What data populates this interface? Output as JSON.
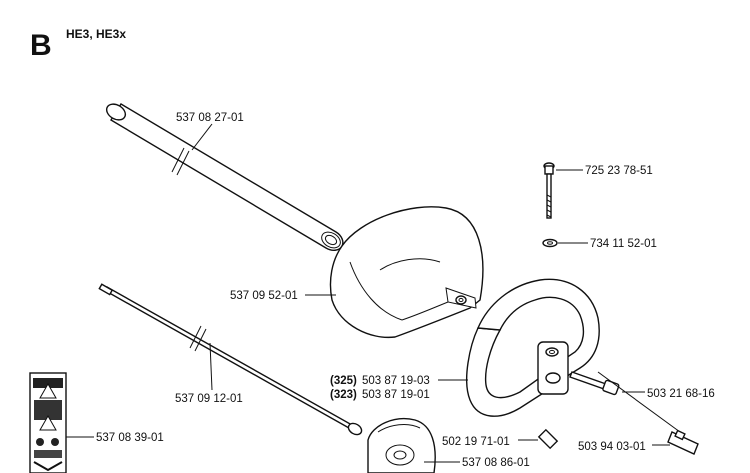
{
  "header": {
    "section": "B",
    "models": "HE3, HE3x"
  },
  "parts": [
    {
      "id": "tube",
      "number": "537 08 27-01"
    },
    {
      "id": "bolt",
      "number": "725 23 78-51"
    },
    {
      "id": "washer",
      "number": "734 11 52-01"
    },
    {
      "id": "guard",
      "number": "537 09 52-01"
    },
    {
      "id": "shaft",
      "number": "537 09 12-01"
    },
    {
      "id": "handle-325",
      "prefix": "(325)",
      "number": "503 87 19-03"
    },
    {
      "id": "handle-323",
      "prefix": "(323)",
      "number": "503 87 19-01"
    },
    {
      "id": "screw",
      "number": "503 21 68-16"
    },
    {
      "id": "decal",
      "number": "537 08 39-01"
    },
    {
      "id": "nut",
      "number": "502 19 71-01"
    },
    {
      "id": "knob",
      "number": "503 94 03-01"
    },
    {
      "id": "flange",
      "number": "537 08 86-01"
    }
  ]
}
